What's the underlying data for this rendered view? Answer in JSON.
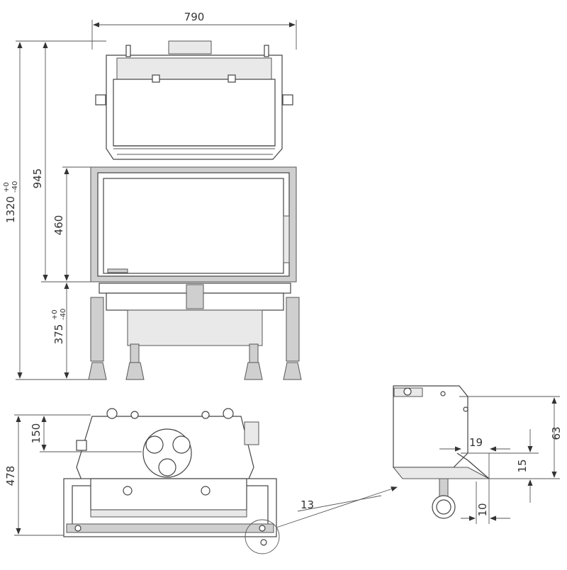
{
  "dimensions": {
    "width_top": "790",
    "height_total": "1320",
    "height_total_tol_upper": "+0",
    "height_total_tol_lower": "-40",
    "height_upper": "945",
    "height_window": "460",
    "height_base": "375",
    "height_base_tol_upper": "+0",
    "height_base_tol_lower": "-40",
    "depth_bottom": "478",
    "offset_150": "150",
    "detail_ref": "13",
    "detail_63": "63",
    "detail_19": "19",
    "detail_15": "15",
    "detail_10": "10"
  }
}
